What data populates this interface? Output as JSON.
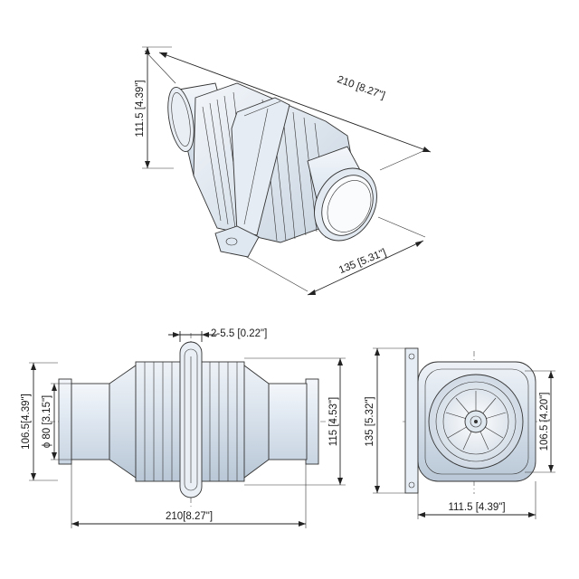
{
  "diagram": {
    "iso": {
      "length_label": "210  [8.27\"]",
      "height_label": "111.5 [4.39\"]",
      "width_label": "135  [5.31\"]"
    },
    "side": {
      "flange_label": "2-5.5 [0.22\"]",
      "outer_height_label": "106.5[4.39\"]",
      "pipe_dia_label": "ϕ 80 [3.15\"]",
      "body_height_label": "115 [4.53\"]",
      "length_label": "210[8.27\"]"
    },
    "front": {
      "height_label": "135 [5.32\"]",
      "inner_height_label": "106.5 [4.20\"]",
      "width_label": "111.5 [4.39\"]"
    }
  }
}
